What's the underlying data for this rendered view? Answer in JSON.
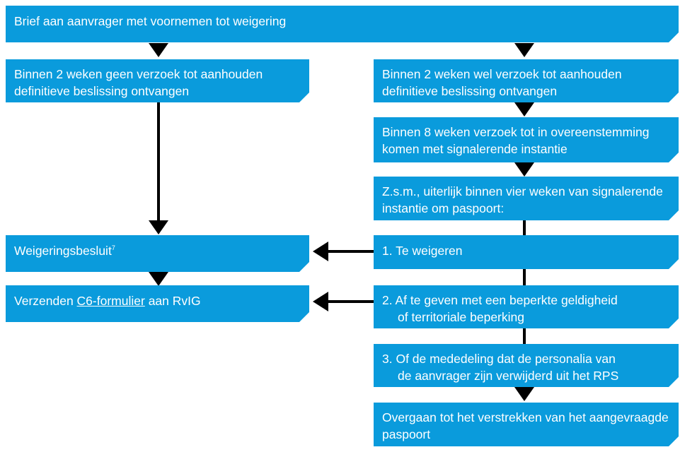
{
  "flow": {
    "start": "Brief aan aanvrager met voornemen tot weigering",
    "left": {
      "no_request": "Binnen 2 weken geen verzoek tot aanhouden definitieve beslissing ontvangen",
      "refusal": "Weigeringsbesluit",
      "refusal_footnote": "7",
      "send_prefix": "Verzenden ",
      "send_link": "C6-formulier",
      "send_suffix": " aan RvIG"
    },
    "right": {
      "request": "Binnen 2 weken wel verzoek tot aanhouden definitieve beslissing ontvangen",
      "agreement": "Binnen 8 weken verzoek tot in overeenstemming komen met signalerende instantie",
      "asap": "Z.s.m., uiterlijk binnen vier weken van signalerende instantie om paspoort:",
      "option1": "1. Te weigeren",
      "option2_line1": "2. Af te geven met een beperkte geldigheid",
      "option2_line2": "of territoriale beperking",
      "option3_line1": "3. Of de mededeling dat de personalia van",
      "option3_line2": "de aanvrager zijn verwijderd uit het RPS",
      "issue": "Overgaan tot het verstrekken van het aangevraagde paspoort"
    }
  }
}
